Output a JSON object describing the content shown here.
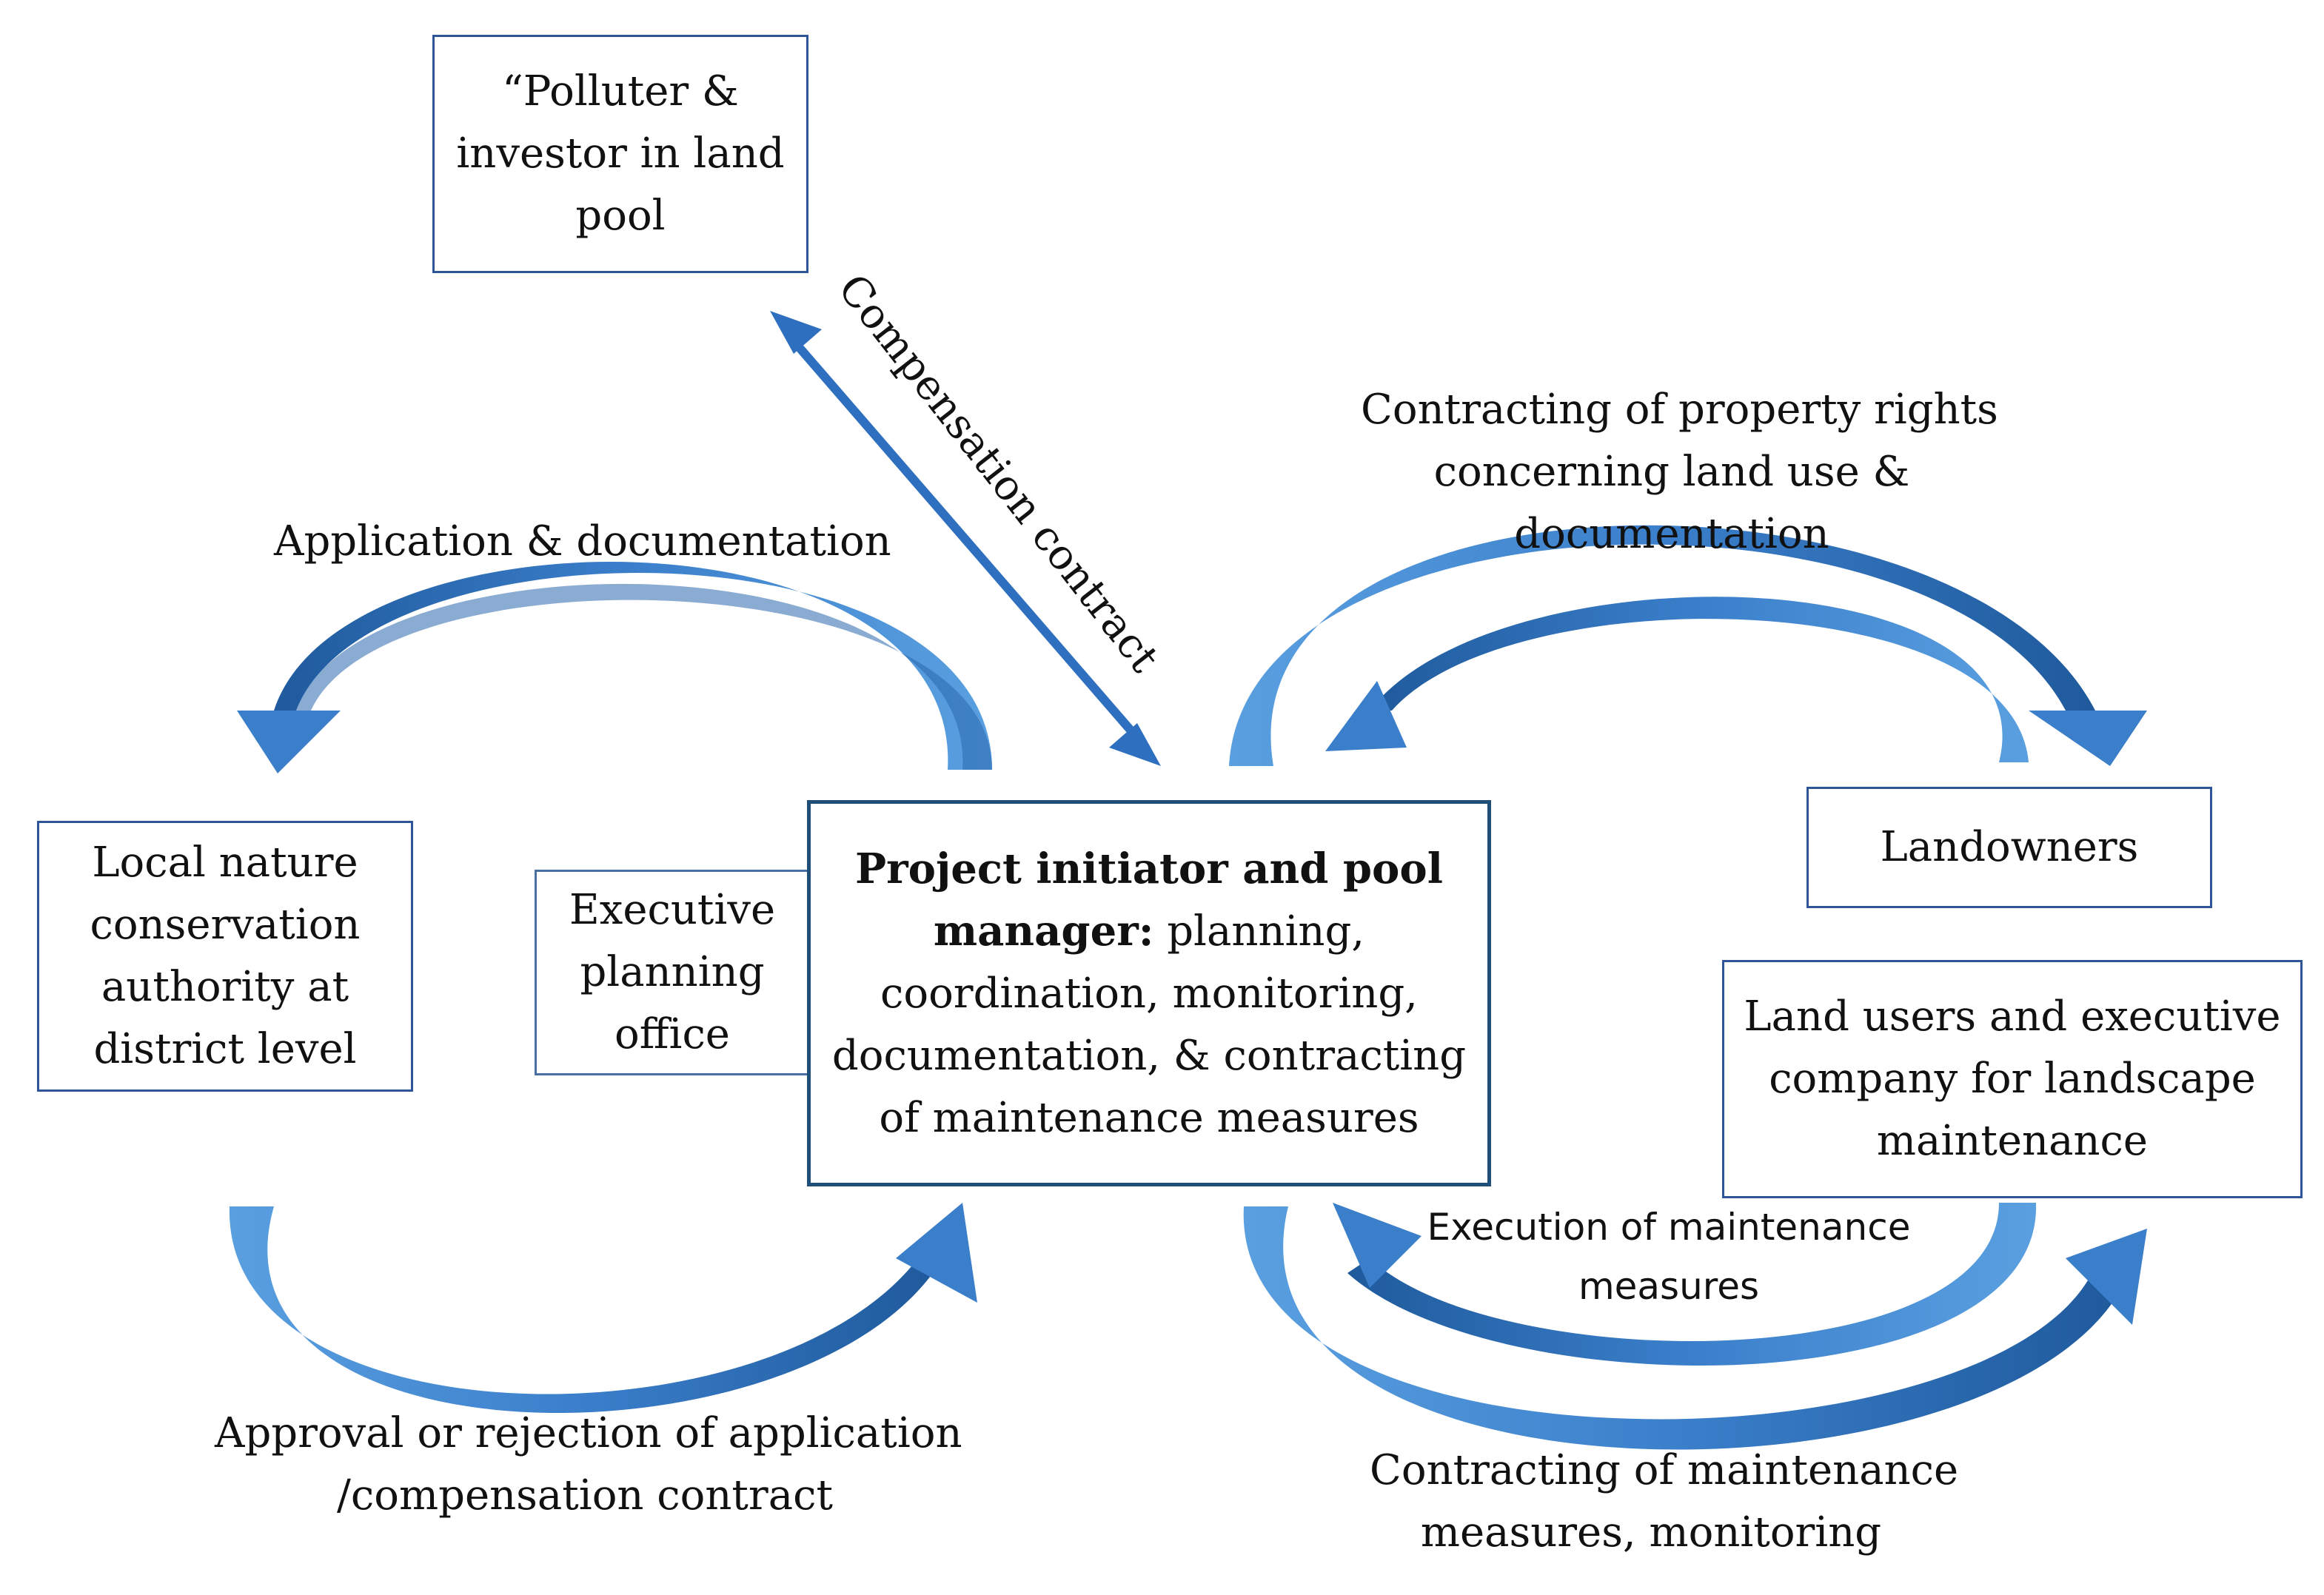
{
  "diagram": {
    "nodes": {
      "polluter": {
        "lines": [
          "“Polluter &",
          "investor in land",
          "pool"
        ]
      },
      "local_authority": {
        "lines": [
          "Local nature",
          "conservation",
          "authority at",
          "district level"
        ]
      },
      "executive_office": {
        "lines": [
          "Executive",
          "planning",
          "office"
        ]
      },
      "project_manager": {
        "title_lines": [
          "Project initiator and pool",
          "manager:"
        ],
        "body_first": " planning,",
        "body_lines": [
          "coordination, monitoring,",
          "documentation, & contracting",
          "of maintenance measures"
        ]
      },
      "landowners": {
        "label": "Landowners"
      },
      "land_users": {
        "lines": [
          "Land users and executive",
          "company for landscape",
          "maintenance"
        ]
      }
    },
    "edges": {
      "compensation_contract": "Compensation contract",
      "application": "Application & documentation",
      "property_rights": [
        "Contracting of property rights",
        "concerning land use &",
        "documentation"
      ],
      "approval": [
        "Approval or rejection of application",
        "/compensation contract"
      ],
      "execution": [
        "Execution of maintenance",
        "measures"
      ],
      "contracting_maintenance": [
        "Contracting of maintenance",
        "measures, monitoring"
      ]
    },
    "colors": {
      "arrow_light": "#4f93d8",
      "arrow_dark": "#1f5a9c",
      "box_border": "#2e5597"
    }
  }
}
